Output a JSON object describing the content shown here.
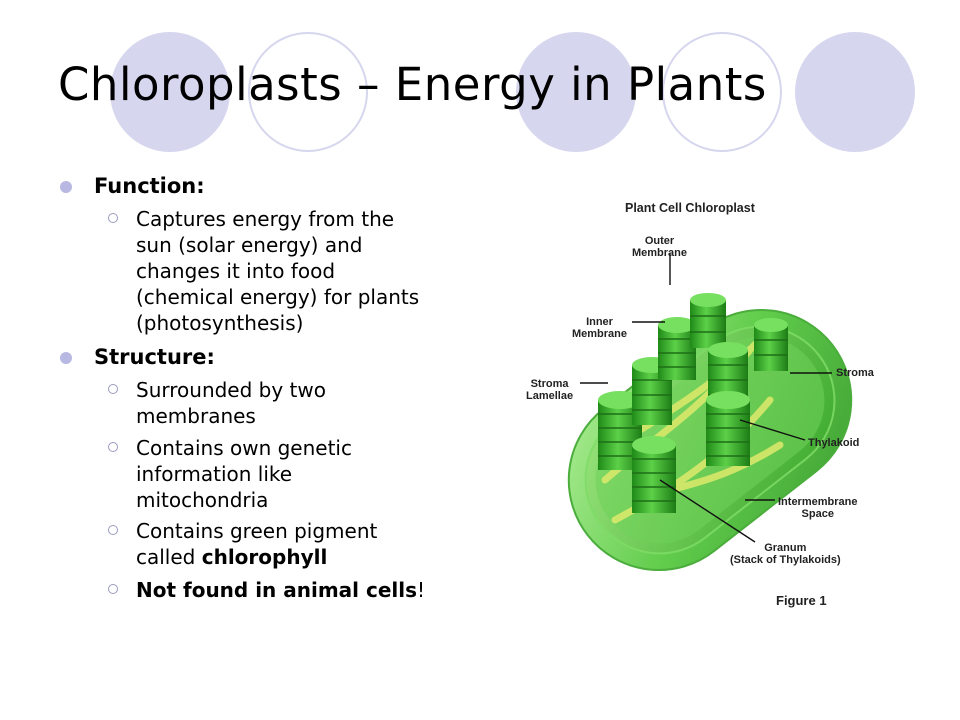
{
  "slide": {
    "title": "Chloroplasts – Energy in Plants",
    "sections": [
      {
        "heading": "Function:",
        "items": [
          {
            "lines": [
              "Captures energy from the",
              "sun (solar energy) and",
              "changes it into food",
              "(chemical energy) for plants",
              "(photosynthesis)"
            ]
          }
        ]
      },
      {
        "heading": "Structure:",
        "items": [
          {
            "lines": [
              "Surrounded by two",
              "membranes"
            ]
          },
          {
            "lines": [
              "Contains own genetic",
              "information like",
              "mitochondria"
            ]
          },
          {
            "line1": "Contains green pigment",
            "line2_prefix": "called ",
            "line2_bold": "chlorophyll"
          },
          {
            "bold": "Not found in animal cells",
            "suffix": "!"
          }
        ]
      }
    ]
  },
  "diagram": {
    "title": "Plant Cell Chloroplast",
    "labels": {
      "outer_membrane": [
        "Outer",
        "Membrane"
      ],
      "inner_membrane": [
        "Inner",
        "Membrane"
      ],
      "stroma_lamellae": [
        "Stroma",
        "Lamellae"
      ],
      "stroma": "Stroma",
      "thylakoid": "Thylakoid",
      "intermembrane_space": [
        "Intermembrane",
        "Space"
      ],
      "granum": [
        "Granum",
        "(Stack of Thylakoids)"
      ]
    },
    "figure_caption": "Figure 1"
  },
  "colors": {
    "decor_circle": "#d6d6ee",
    "bullet": "#b8b8e2",
    "chloroplast_green": "#5fcf4a",
    "lamellae_yellow": "#d8e86a"
  }
}
